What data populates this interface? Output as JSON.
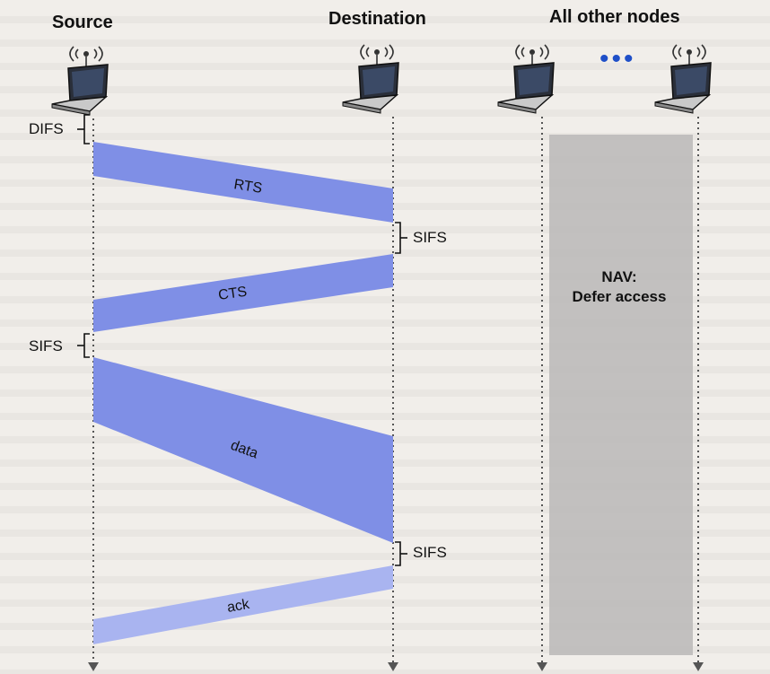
{
  "columns": {
    "source": "Source",
    "destination": "Destination",
    "others": "All other nodes"
  },
  "ellipsis": "•••",
  "intervals": {
    "difs": "DIFS",
    "sifs_1": "SIFS",
    "sifs_2": "SIFS",
    "sifs_3": "SIFS"
  },
  "frames": {
    "rts": "RTS",
    "cts": "CTS",
    "data": "data",
    "ack": "ack"
  },
  "nav": {
    "line1": "NAV:",
    "line2": "Defer access"
  },
  "colors": {
    "frame": "#7f8fe6",
    "frame_light": "#a9b4f0",
    "nav_box": "#bdbaba",
    "dots": "#1f4fc8"
  },
  "icons": [
    "laptop-antenna-icon"
  ]
}
